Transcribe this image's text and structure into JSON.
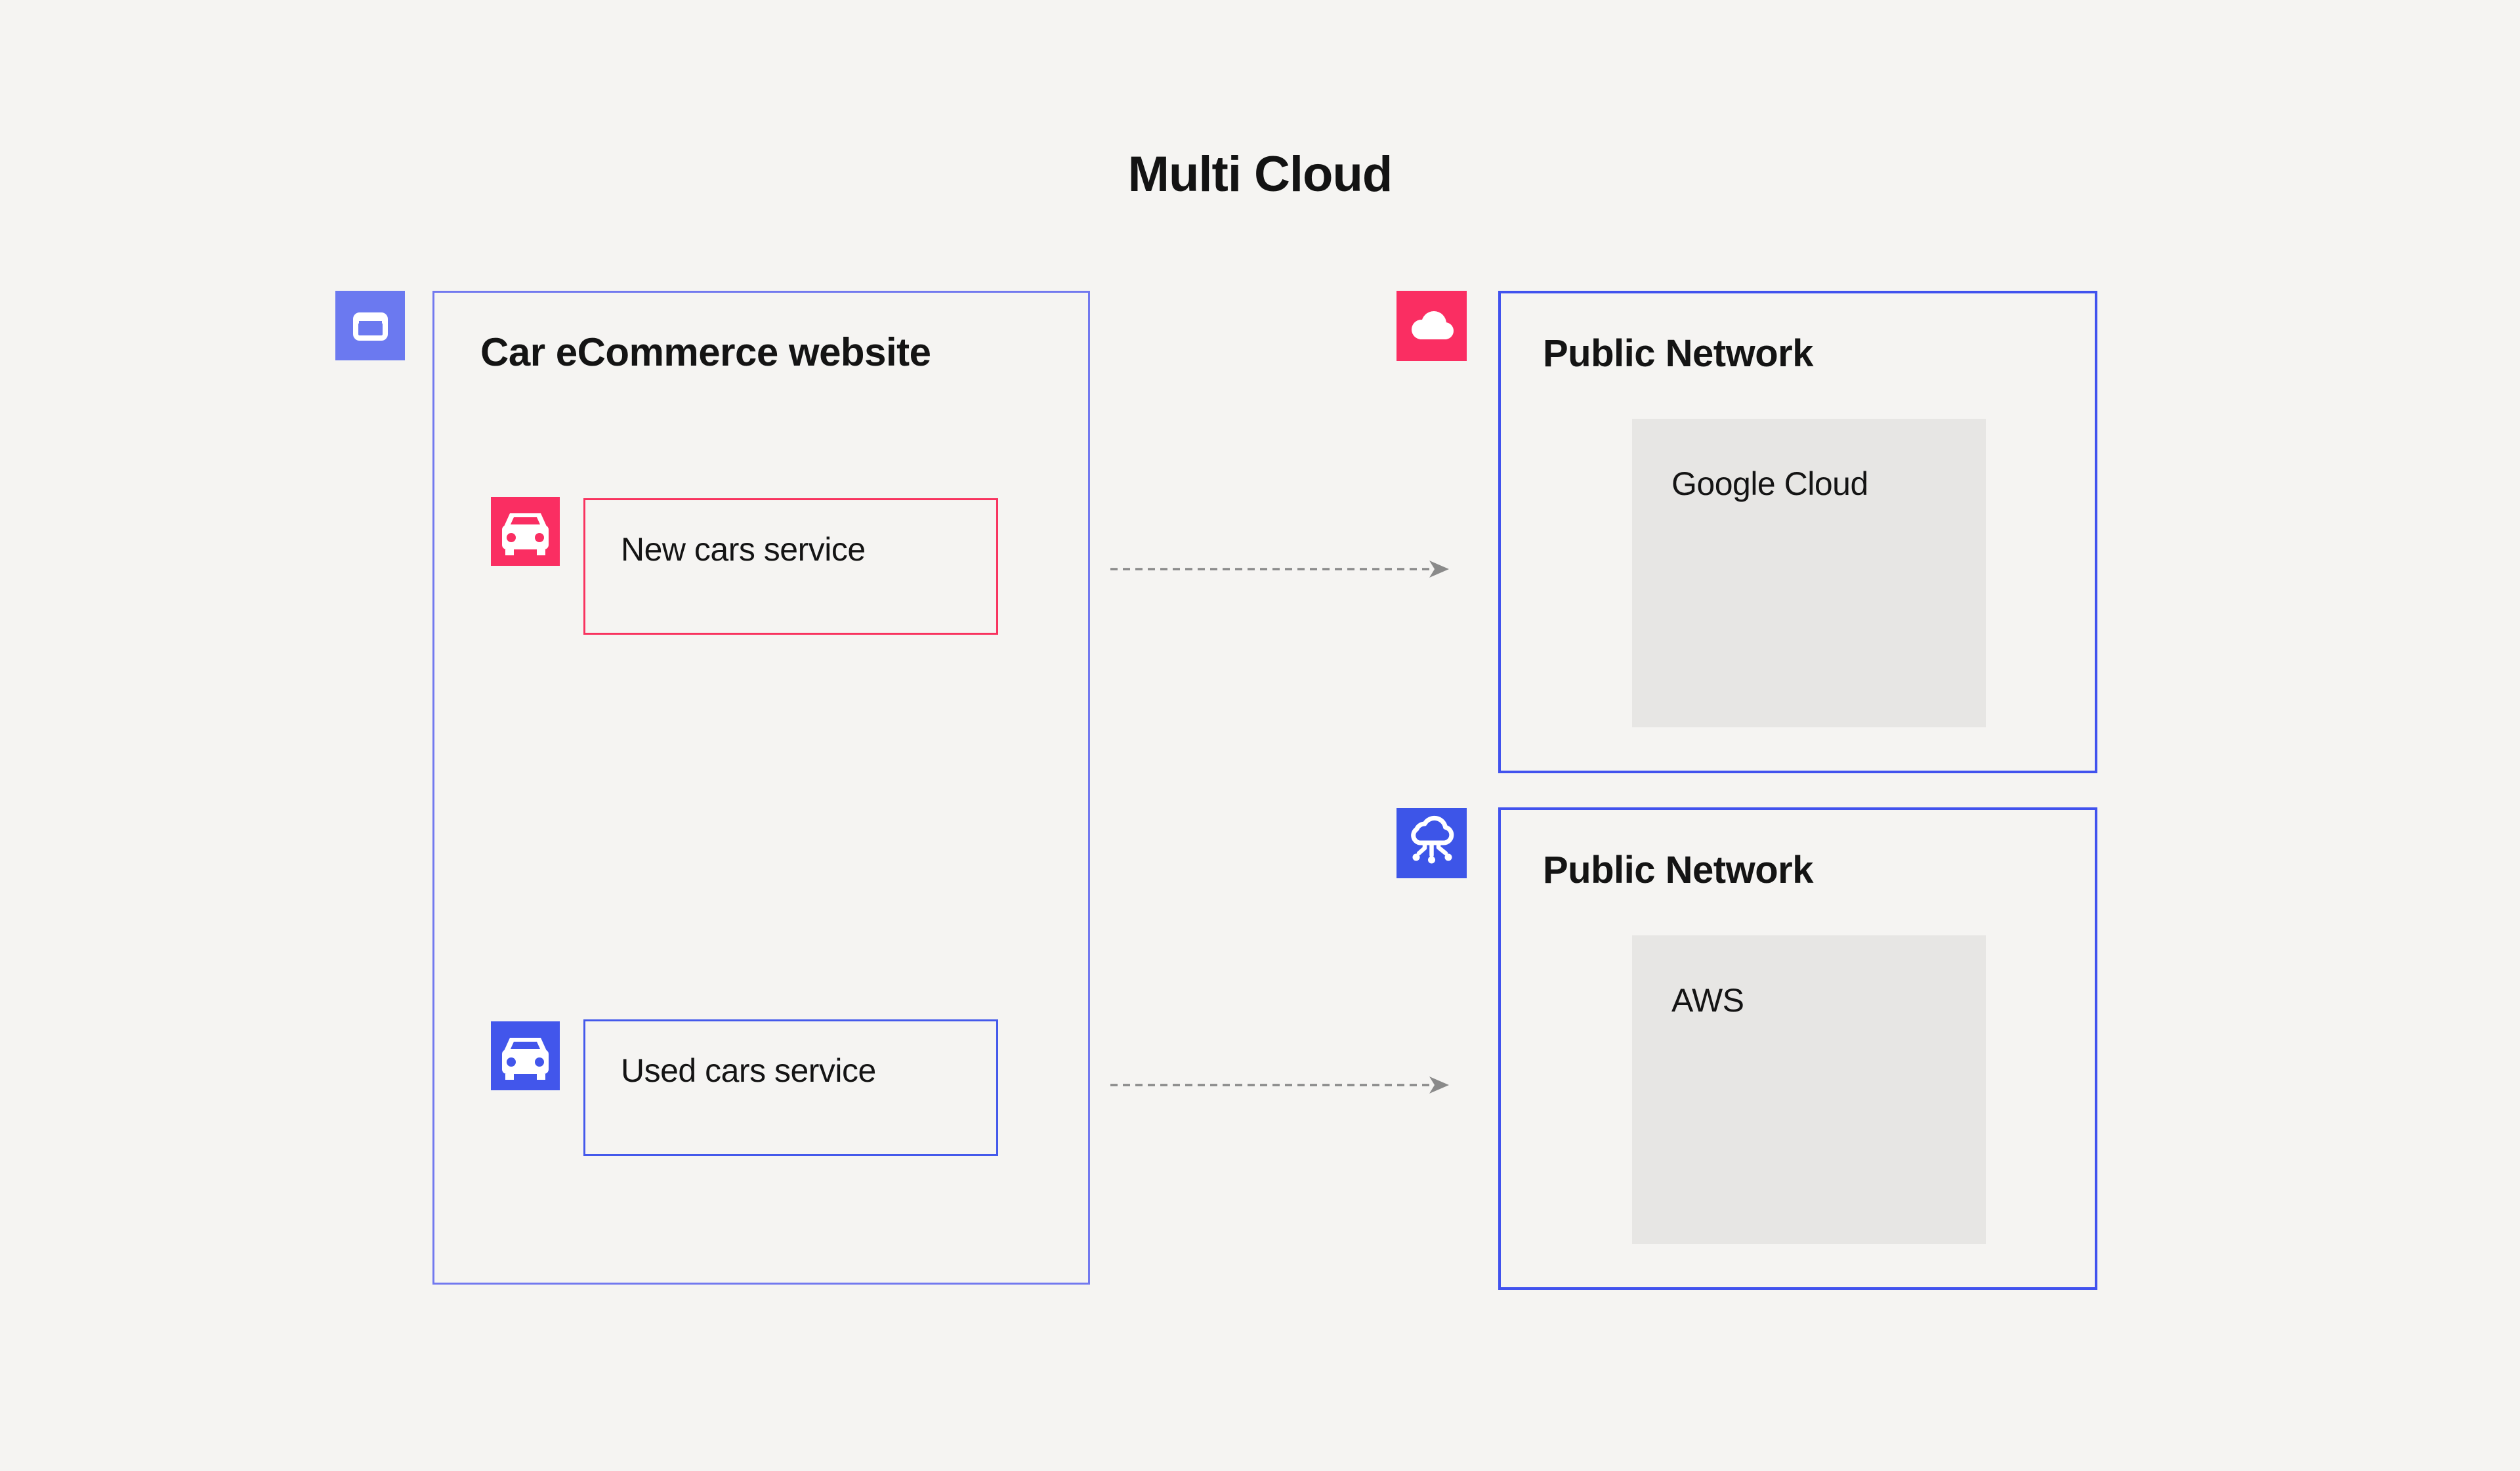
{
  "diagram": {
    "title": "Multi Cloud",
    "app_box": {
      "title": "Car eCommerce website",
      "icon": "browser-icon",
      "services": [
        {
          "label": "New cars service",
          "icon": "car-icon",
          "accent": "#fa2e62",
          "border": "#f8335f"
        },
        {
          "label": "Used cars service",
          "icon": "car-icon",
          "accent": "#4256eb",
          "border": "#4459eb"
        }
      ]
    },
    "networks": [
      {
        "title": "Public Network",
        "provider": "Google Cloud",
        "icon": "cloud-icon",
        "accent": "#fa2e62"
      },
      {
        "title": "Public Network",
        "provider": "AWS",
        "icon": "cloud-network-icon",
        "accent": "#3d55e8"
      }
    ],
    "arrows": [
      {
        "from": "New cars service",
        "to": "Google Cloud"
      },
      {
        "from": "Used cars service",
        "to": "AWS"
      }
    ],
    "colors": {
      "background": "#f5f4f2",
      "app_border": "#7279ef",
      "network_border": "#4152ee",
      "pink_accent": "#fa2e62",
      "blue_accent": "#4256eb",
      "periwinkle_accent": "#6b79f0",
      "panel_gray": "#e7e6e4",
      "arrow_gray": "#8a8a8a",
      "text": "#141414"
    }
  }
}
